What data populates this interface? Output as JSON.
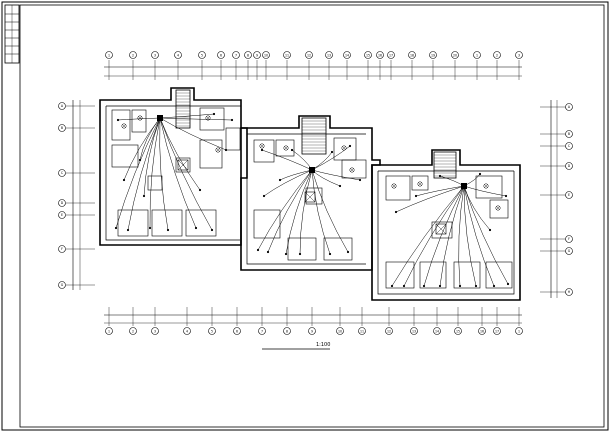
{
  "title_block": {
    "label": "",
    "color": "#000000"
  },
  "drawing_title": {
    "text": "",
    "scale": "1:100"
  },
  "grid": {
    "top_axis": [
      "1",
      "2",
      "3",
      "4",
      "5",
      "6",
      "7",
      "8",
      "9",
      "10",
      "11",
      "12",
      "13",
      "14",
      "15",
      "16",
      "17",
      "18",
      "19",
      "20"
    ],
    "bottom_axis": [
      "1",
      "2",
      "3",
      "4",
      "5",
      "6",
      "7",
      "8",
      "9",
      "10",
      "11",
      "12",
      "13",
      "14",
      "15",
      "16",
      "17"
    ],
    "left_axis": [
      "A",
      "B",
      "C",
      "D",
      "E",
      "F",
      "G"
    ],
    "right_axis": [
      "A",
      "B",
      "C",
      "D",
      "E",
      "F",
      "G",
      "H"
    ]
  },
  "watermark": {
    "text": ""
  },
  "colors": {
    "line": "#000000",
    "paper": "#ffffff",
    "watermark": "#c8c8c8"
  }
}
